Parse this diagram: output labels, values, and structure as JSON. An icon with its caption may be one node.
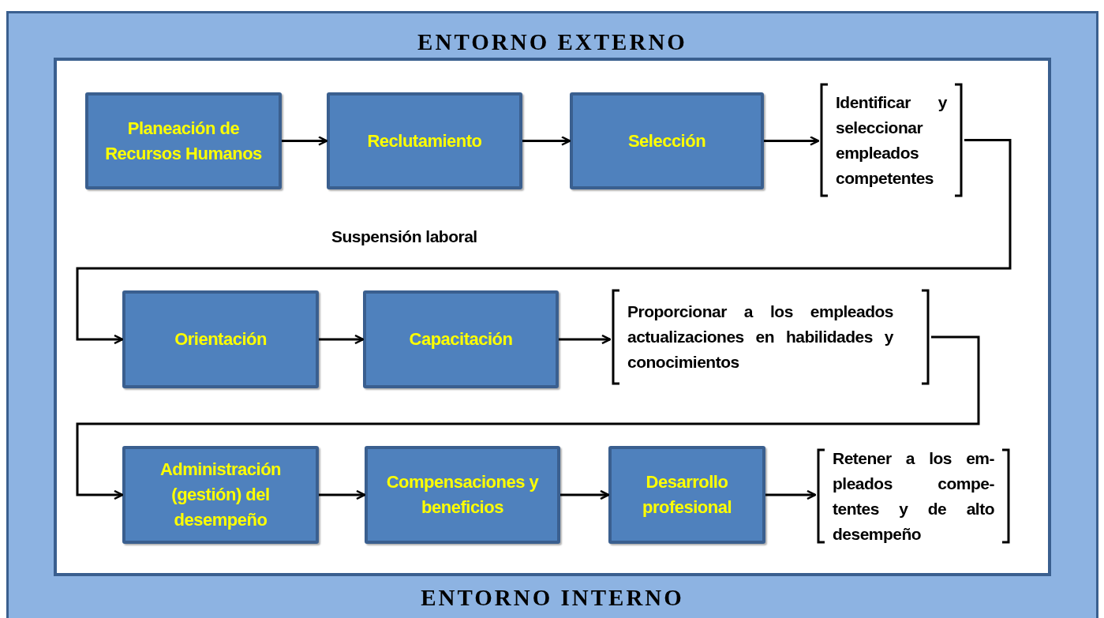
{
  "diagram": {
    "nodes": [
      {
        "text": [
          "ENTORNO EXTERNO",
          "ENTORNO INTERNO"
        ]
      },
      {
        "text": [],
        "shape": "box",
        "in": 0
      },
      {
        "text": [
          "Planeación de Recursos Humanos"
        ],
        "in": 1
      },
      {
        "text": [
          "Reclutamiento"
        ],
        "in": 1
      },
      {
        "text": [
          "Selección"
        ],
        "in": 1
      },
      {
        "text": [
          "Identificar y seleccionar empleados competentes"
        ],
        "in": 1
      },
      {
        "text": [
          "Orientación"
        ],
        "in": 1
      },
      {
        "text": [
          "Capacitación"
        ],
        "in": 1
      },
      {
        "text": [
          "Proporcionar a los empleados actualizaciones en habilidades y conocimientos"
        ],
        "in": 1
      },
      {
        "text": [
          "Administración (gestión) del desempeño"
        ],
        "in": 1
      },
      {
        "text": [
          "Compensaciones y beneficios"
        ],
        "in": 1
      },
      {
        "text": [
          "Desarrollo profesional"
        ],
        "in": 1
      },
      {
        "text": [
          "Retener a los em- pleados compe- tentes y de alto desempeño"
        ],
        "in": 1
      }
    ],
    "edges": [
      {
        "from": 2,
        "to": 3,
        "arrow": "to"
      },
      {
        "from": 3,
        "to": 4,
        "arrow": "to"
      },
      {
        "from": 4,
        "to": 5,
        "arrow": "to"
      },
      {
        "from": 5,
        "to": 6,
        "arrow": "to",
        "label": "Suspensión laboral"
      },
      {
        "from": 6,
        "to": 7,
        "arrow": "to"
      },
      {
        "from": 7,
        "to": 8,
        "arrow": "to"
      },
      {
        "from": 8,
        "to": 9,
        "arrow": "to"
      },
      {
        "from": 9,
        "to": 10,
        "arrow": "to"
      },
      {
        "from": 10,
        "to": 11,
        "arrow": "to"
      },
      {
        "from": 11,
        "to": 12,
        "arrow": "to"
      }
    ]
  }
}
